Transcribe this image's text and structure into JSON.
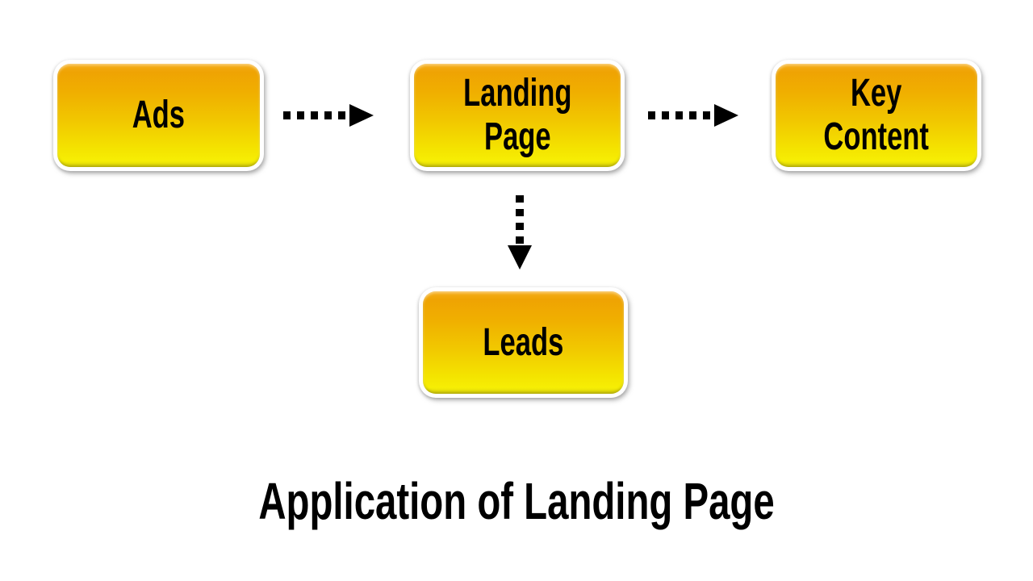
{
  "diagram": {
    "title": "Application of Landing Page",
    "nodes": {
      "ads": {
        "lines": [
          "Ads"
        ]
      },
      "landing_page": {
        "lines": [
          "Landing",
          "Page"
        ]
      },
      "key_content": {
        "lines": [
          "Key",
          "Content"
        ]
      },
      "leads": {
        "lines": [
          "Leads"
        ]
      }
    },
    "connections": [
      {
        "from": "Ads",
        "to": "Landing Page",
        "style": "dashed-arrow-right"
      },
      {
        "from": "Landing Page",
        "to": "Key Content",
        "style": "dashed-arrow-right"
      },
      {
        "from": "Landing Page",
        "to": "Leads",
        "style": "dashed-arrow-down"
      }
    ],
    "colors": {
      "node_gradient_top": "#EFA303",
      "node_gradient_bottom": "#F6EE04",
      "node_border": "#FFFFFF",
      "node_text": "#000000",
      "arrow": "#000000",
      "title_text": "#000000",
      "background": "#FFFFFF"
    }
  }
}
